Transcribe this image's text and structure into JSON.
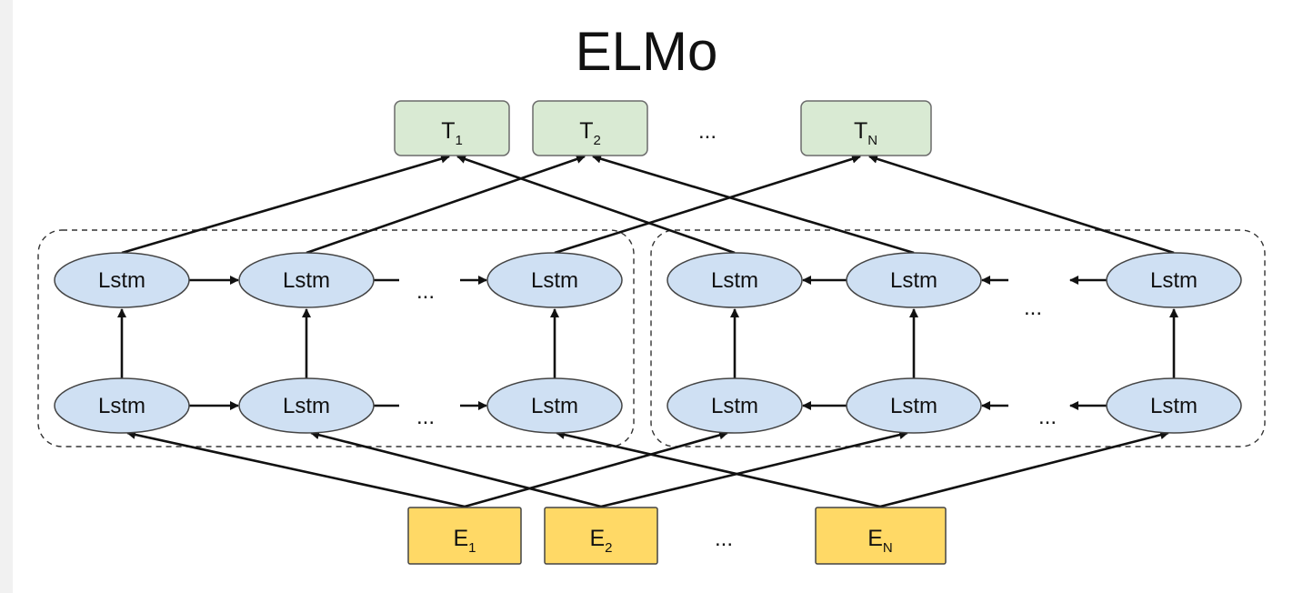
{
  "title": "ELMo",
  "colors": {
    "output_fill": "#d9ead3",
    "output_stroke": "#6b6b6b",
    "lstm_fill": "#cfe0f3",
    "lstm_stroke": "#444444",
    "embed_fill": "#ffd966",
    "embed_stroke": "#444444",
    "arrow": "#111111",
    "dashed": "#333333"
  },
  "ellipsis": "...",
  "lstm_label": "Lstm",
  "outputs": [
    {
      "base": "T",
      "sub": "1"
    },
    {
      "base": "T",
      "sub": "2"
    },
    {
      "base": "T",
      "sub": "N"
    }
  ],
  "embeddings": [
    {
      "base": "E",
      "sub": "1"
    },
    {
      "base": "E",
      "sub": "2"
    },
    {
      "base": "E",
      "sub": "N"
    }
  ]
}
